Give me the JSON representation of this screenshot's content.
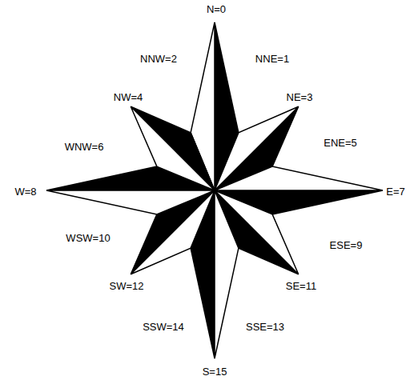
{
  "diagram": {
    "labels": [
      "N=0",
      "NNW=2",
      "NNE=1",
      "NW=4",
      "NE=3",
      "WNW=6",
      "ENE=5",
      "W=8",
      "E=7",
      "WSW=10",
      "ESE=9",
      "SW=12",
      "SE=11",
      "SSW=14",
      "SSE=13",
      "S=15"
    ]
  }
}
